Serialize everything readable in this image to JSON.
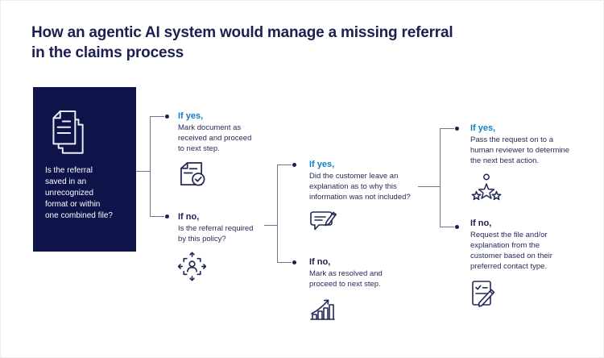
{
  "colors": {
    "navy": "#1b2050",
    "box_navy": "#0e1449",
    "accent_blue": "#0f7fc4",
    "line_gray": "#70748e"
  },
  "title": {
    "line1": "How an agentic AI system would manage a missing referral",
    "line2": "in the claims process"
  },
  "root": {
    "icon": "documents-stack-icon",
    "question": {
      "l0": "Is the referral",
      "l1": "saved in an",
      "l2": "unrecognized",
      "l3": "format or within",
      "l4": "one combined file?"
    }
  },
  "branches": {
    "level1_yes": {
      "label": "If yes,",
      "lines": [
        "Mark document as",
        "received and proceed",
        "to next step."
      ],
      "icon": "document-check-icon"
    },
    "level1_no": {
      "label": "If no,",
      "lines": [
        "Is the referral required",
        "by this policy?"
      ],
      "icon": "person-route-icon"
    },
    "level2_yes": {
      "label": "If yes,",
      "lines": [
        "Did the customer leave an",
        "explanation as to why this",
        "information was not included?"
      ],
      "icon": "chat-edit-icon"
    },
    "level2_no": {
      "label": "If no,",
      "lines": [
        "Mark as resolved and",
        "proceed to next step."
      ],
      "icon": "growth-chart-icon"
    },
    "level3_yes": {
      "label": "If yes,",
      "lines": [
        "Pass the request on to a",
        "human reviewer to determine",
        "the next best action."
      ],
      "icon": "reviewer-star-icon"
    },
    "level3_no": {
      "label": "If no,",
      "lines": [
        "Request the file and/or",
        "explanation from the",
        "customer based on their",
        "preferred contact type."
      ],
      "icon": "checklist-edit-icon"
    }
  }
}
